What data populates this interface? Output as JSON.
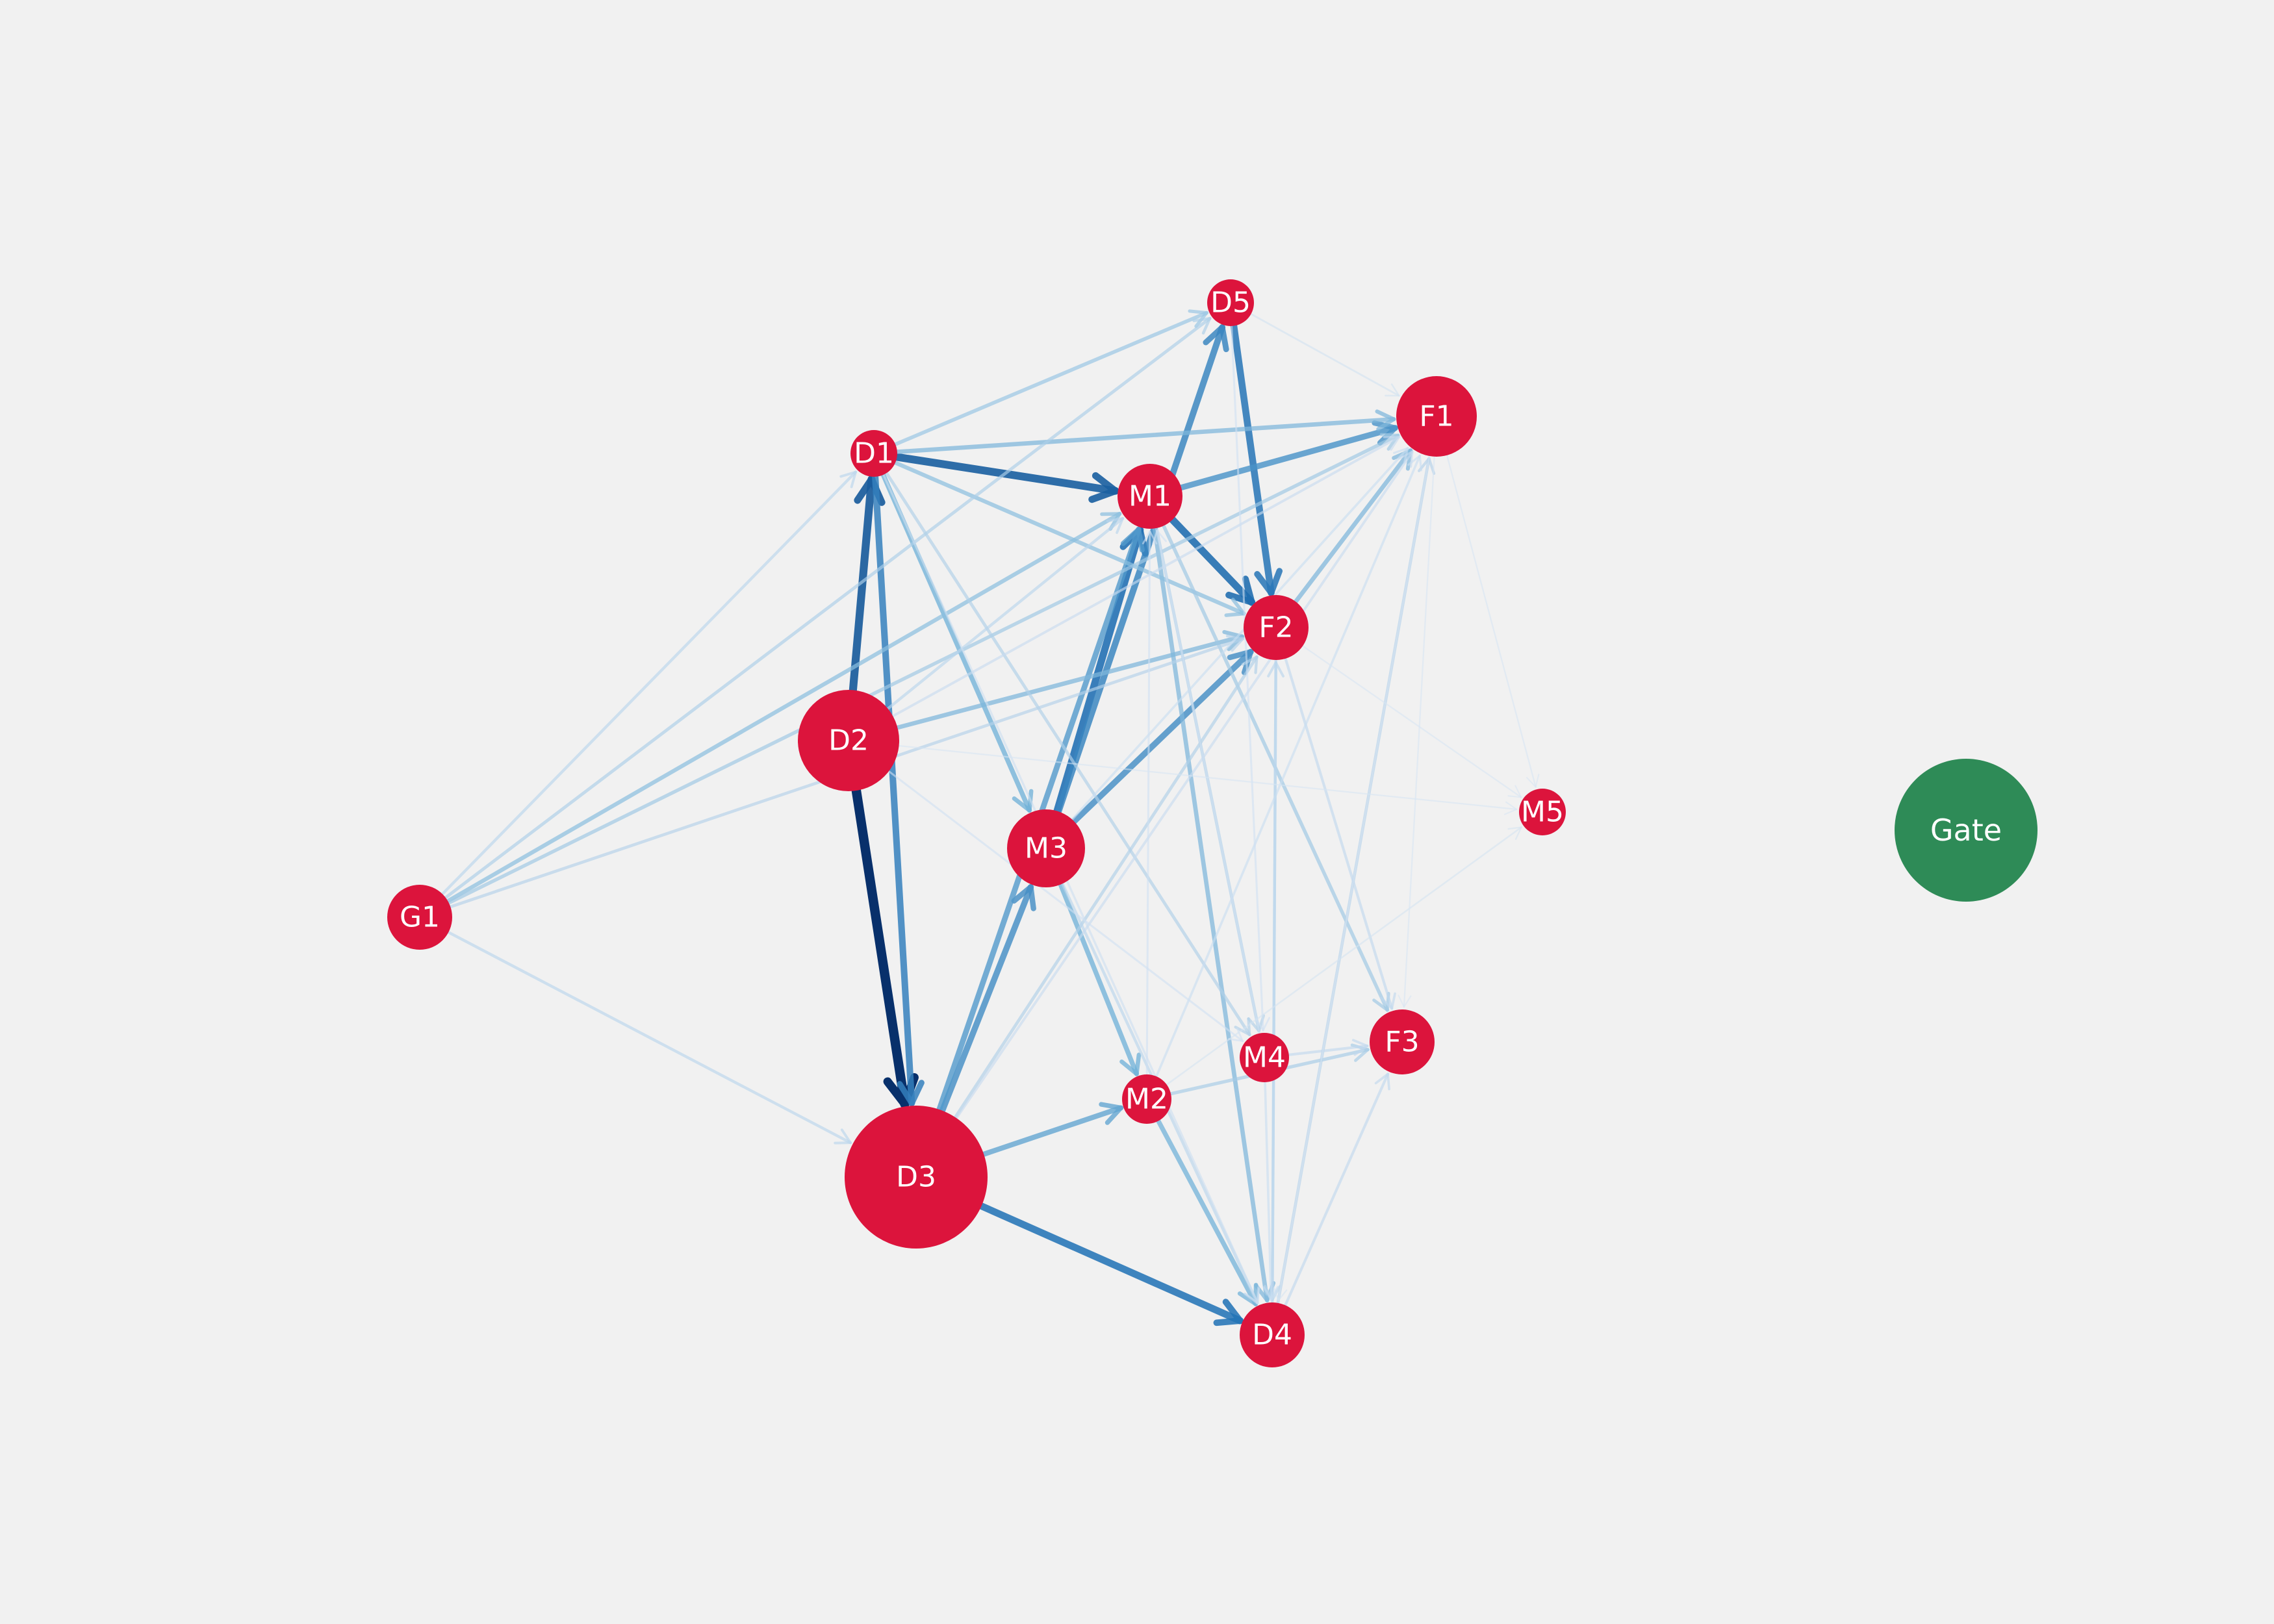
{
  "diagram": {
    "type": "directed-network",
    "node_color": "#dc143c",
    "special_node_color": "#2e8b57",
    "label_color": "#ffffff",
    "background": "#f1f1f1",
    "edge_colormap": "Blues",
    "nodes": [
      {
        "id": "D1",
        "label": "D1"
      },
      {
        "id": "D2",
        "label": "D2"
      },
      {
        "id": "D3",
        "label": "D3"
      },
      {
        "id": "D4",
        "label": "D4"
      },
      {
        "id": "D5",
        "label": "D5"
      },
      {
        "id": "M1",
        "label": "M1"
      },
      {
        "id": "M2",
        "label": "M2"
      },
      {
        "id": "M3",
        "label": "M3"
      },
      {
        "id": "M4",
        "label": "M4"
      },
      {
        "id": "M5",
        "label": "M5"
      },
      {
        "id": "F1",
        "label": "F1"
      },
      {
        "id": "F2",
        "label": "F2"
      },
      {
        "id": "F3",
        "label": "F3"
      },
      {
        "id": "G1",
        "label": "G1"
      },
      {
        "id": "Gate",
        "label": "Gate"
      }
    ],
    "edges": [
      {
        "from": "D2",
        "to": "D3",
        "weight": 1.0
      },
      {
        "from": "D2",
        "to": "D1",
        "weight": 0.82
      },
      {
        "from": "D1",
        "to": "M1",
        "weight": 0.8
      },
      {
        "from": "M1",
        "to": "F2",
        "weight": 0.75
      },
      {
        "from": "M3",
        "to": "M1",
        "weight": 0.74
      },
      {
        "from": "D3",
        "to": "D4",
        "weight": 0.72
      },
      {
        "from": "D5",
        "to": "F2",
        "weight": 0.7
      },
      {
        "from": "D1",
        "to": "D3",
        "weight": 0.66
      },
      {
        "from": "M3",
        "to": "D5",
        "weight": 0.64
      },
      {
        "from": "M3",
        "to": "F2",
        "weight": 0.6
      },
      {
        "from": "D3",
        "to": "M3",
        "weight": 0.6
      },
      {
        "from": "M1",
        "to": "F1",
        "weight": 0.58
      },
      {
        "from": "D3",
        "to": "M1",
        "weight": 0.55
      },
      {
        "from": "D3",
        "to": "M2",
        "weight": 0.5
      },
      {
        "from": "D1",
        "to": "M3",
        "weight": 0.45
      },
      {
        "from": "M3",
        "to": "M2",
        "weight": 0.45
      },
      {
        "from": "M2",
        "to": "D4",
        "weight": 0.44
      },
      {
        "from": "D1",
        "to": "F1",
        "weight": 0.4
      },
      {
        "from": "D2",
        "to": "F2",
        "weight": 0.4
      },
      {
        "from": "M1",
        "to": "D4",
        "weight": 0.4
      },
      {
        "from": "F2",
        "to": "F1",
        "weight": 0.4
      },
      {
        "from": "G1",
        "to": "M1",
        "weight": 0.36
      },
      {
        "from": "D1",
        "to": "F2",
        "weight": 0.36
      },
      {
        "from": "D1",
        "to": "D5",
        "weight": 0.32
      },
      {
        "from": "M1",
        "to": "F3",
        "weight": 0.3
      },
      {
        "from": "G1",
        "to": "F1",
        "weight": 0.3
      },
      {
        "from": "M2",
        "to": "F3",
        "weight": 0.28
      },
      {
        "from": "G1",
        "to": "D5",
        "weight": 0.26
      },
      {
        "from": "D3",
        "to": "F2",
        "weight": 0.25
      },
      {
        "from": "D1",
        "to": "M4",
        "weight": 0.25
      },
      {
        "from": "M1",
        "to": "M4",
        "weight": 0.25
      },
      {
        "from": "G1",
        "to": "F2",
        "weight": 0.24
      },
      {
        "from": "D4",
        "to": "F1",
        "weight": 0.24
      },
      {
        "from": "G1",
        "to": "D1",
        "weight": 0.22
      },
      {
        "from": "G1",
        "to": "D3",
        "weight": 0.22
      },
      {
        "from": "M3",
        "to": "D4",
        "weight": 0.22
      },
      {
        "from": "D2",
        "to": "M1",
        "weight": 0.22
      },
      {
        "from": "F2",
        "to": "D4",
        "weight": 0.22
      },
      {
        "from": "D4",
        "to": "F2",
        "weight": 0.22
      },
      {
        "from": "M4",
        "to": "F3",
        "weight": 0.2
      },
      {
        "from": "D4",
        "to": "F3",
        "weight": 0.2
      },
      {
        "from": "F2",
        "to": "F3",
        "weight": 0.2
      },
      {
        "from": "D3",
        "to": "F1",
        "weight": 0.18
      },
      {
        "from": "D2",
        "to": "F1",
        "weight": 0.18
      },
      {
        "from": "M2",
        "to": "F1",
        "weight": 0.16
      },
      {
        "from": "M3",
        "to": "F1",
        "weight": 0.16
      },
      {
        "from": "D1",
        "to": "D4",
        "weight": 0.14
      },
      {
        "from": "D2",
        "to": "M4",
        "weight": 0.12
      },
      {
        "from": "M4",
        "to": "M1",
        "weight": 0.12
      },
      {
        "from": "M2",
        "to": "M1",
        "weight": 0.12
      },
      {
        "from": "D5",
        "to": "F1",
        "weight": 0.1
      },
      {
        "from": "D5",
        "to": "M4",
        "weight": 0.12
      },
      {
        "from": "M2",
        "to": "M5",
        "weight": 0.08
      },
      {
        "from": "F1",
        "to": "M5",
        "weight": 0.06
      },
      {
        "from": "F2",
        "to": "M5",
        "weight": 0.06
      },
      {
        "from": "D2",
        "to": "M5",
        "weight": 0.06
      },
      {
        "from": "F1",
        "to": "D4",
        "weight": 0.08
      },
      {
        "from": "F1",
        "to": "F3",
        "weight": 0.06
      },
      {
        "from": "M4",
        "to": "D4",
        "weight": 0.16
      }
    ]
  }
}
